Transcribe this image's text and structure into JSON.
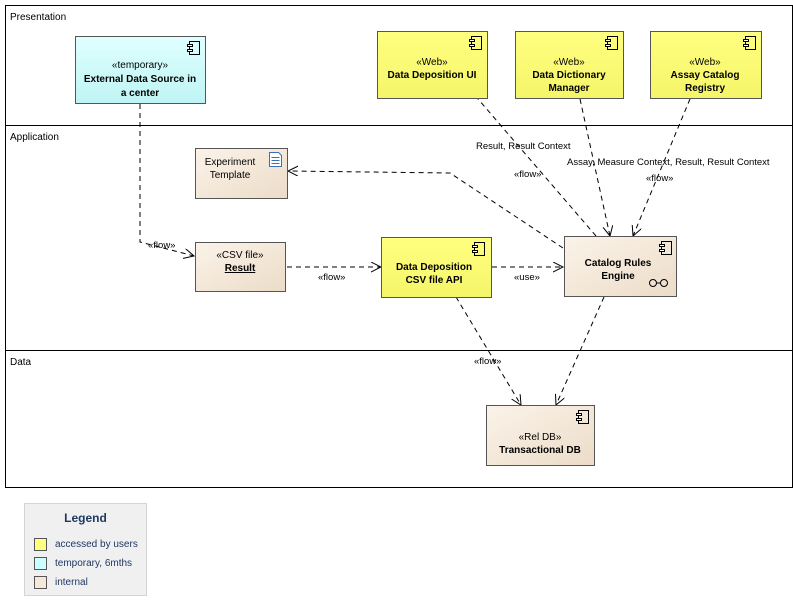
{
  "lanes": {
    "presentation": "Presentation",
    "application": "Application",
    "data": "Data"
  },
  "nodes": {
    "external_source": {
      "stereotype": "«temporary»",
      "name_line1": "External Data Source in",
      "name_line2": "a center"
    },
    "deposition_ui": {
      "stereotype": "«Web»",
      "name_line1": "Data Deposition UI"
    },
    "dictionary_manager": {
      "stereotype": "«Web»",
      "name_line1": "Data Dictionary",
      "name_line2": "Manager"
    },
    "assay_catalog": {
      "stereotype": "«Web»",
      "name_line1": "Assay Catalog",
      "name_line2": "Registry"
    },
    "experiment_template": {
      "name_line1": "Experiment",
      "name_line2": "Template"
    },
    "csv_result": {
      "stereotype": "«CSV file»",
      "name_line1": "Result"
    },
    "csv_api": {
      "name_line1": "Data Deposition",
      "name_line2": "CSV file API"
    },
    "rules_engine": {
      "name_line1": "Catalog Rules",
      "name_line2": "Engine"
    },
    "transactional_db": {
      "stereotype": "«Rel DB»",
      "name_line1": "Transactional DB"
    }
  },
  "edges": {
    "ext_to_csv": "«flow»",
    "csv_to_api": "«flow»",
    "api_to_engine": "«use»",
    "engine_to_ui_result": "Result, Result Context",
    "engine_to_ui_flow": "«flow»",
    "assay_context": "Assay, Measure Context, Result, Result Context",
    "assay_flow": "«flow»",
    "api_to_db": "«flow»"
  },
  "legend": {
    "title": "Legend",
    "items": [
      {
        "label": "accessed by users",
        "color": "#ffff80"
      },
      {
        "label": "temporary, 6mths",
        "color": "#ccffff"
      },
      {
        "label": "internal",
        "color": "#f5e8d8"
      }
    ]
  },
  "colors": {
    "web": "#ffff80",
    "temporary": "#ccffff",
    "internal": "#f5e8d8"
  }
}
